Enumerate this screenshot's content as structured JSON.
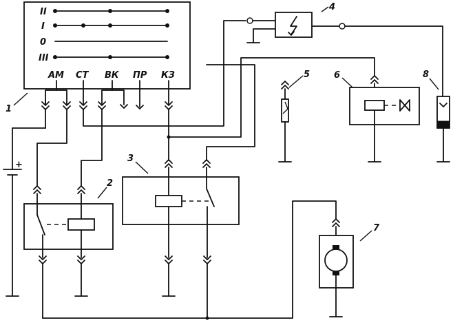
{
  "switch_positions": [
    "II",
    "I",
    "0",
    "III"
  ],
  "terminals": [
    "АМ",
    "СТ",
    "ВК",
    "ПР",
    "КЗ"
  ],
  "callouts": [
    "1",
    "2",
    "3",
    "4",
    "5",
    "6",
    "7",
    "8"
  ],
  "battery_polarity": "+"
}
